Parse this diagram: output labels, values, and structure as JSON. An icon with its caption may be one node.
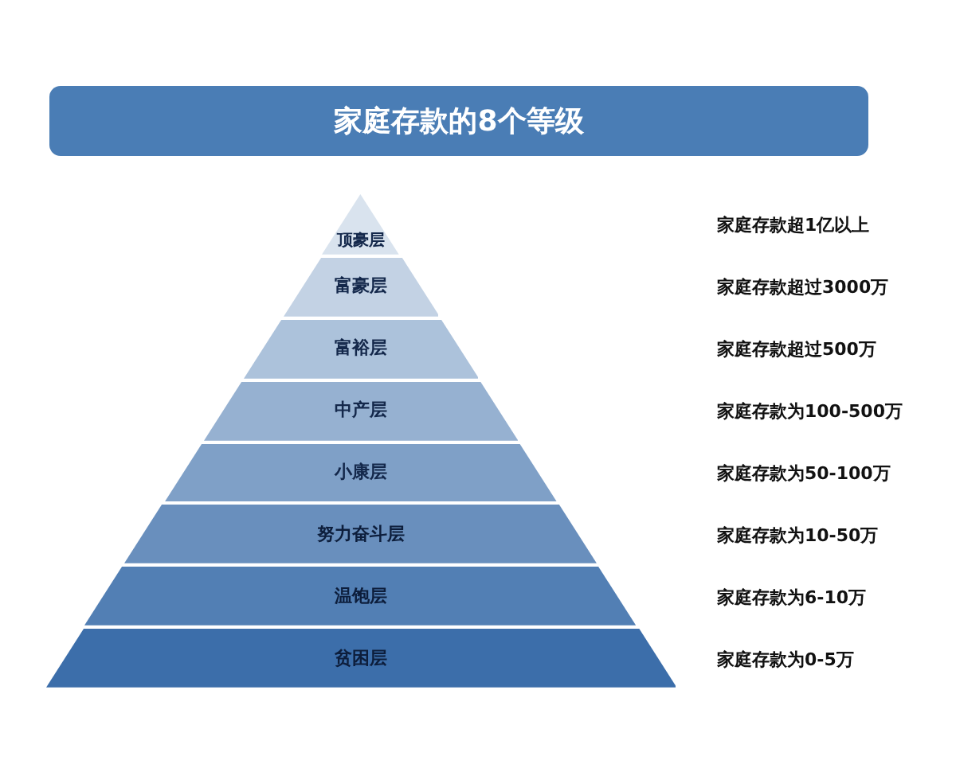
{
  "diagram": {
    "title": "家庭存款的8个等级",
    "nodes": [
      {
        "text": [
          "顶豪层"
        ]
      },
      {
        "text": [
          "富豪层"
        ]
      },
      {
        "text": [
          "富裕层"
        ]
      },
      {
        "text": [
          "中产层"
        ]
      },
      {
        "text": [
          "小康层"
        ]
      },
      {
        "text": [
          "努力奋斗层"
        ]
      },
      {
        "text": [
          "温饱层"
        ]
      },
      {
        "text": [
          "贫困层"
        ]
      }
    ],
    "labels": [
      "家庭存款超1亿以上",
      "家庭存款超过3000万",
      "家庭存款超过500万",
      "家庭存款为100-500万",
      "家庭存款为50-100万",
      "家庭存款为10-50万",
      "家庭存款为6-10万",
      "家庭存款为0-5万"
    ]
  }
}
